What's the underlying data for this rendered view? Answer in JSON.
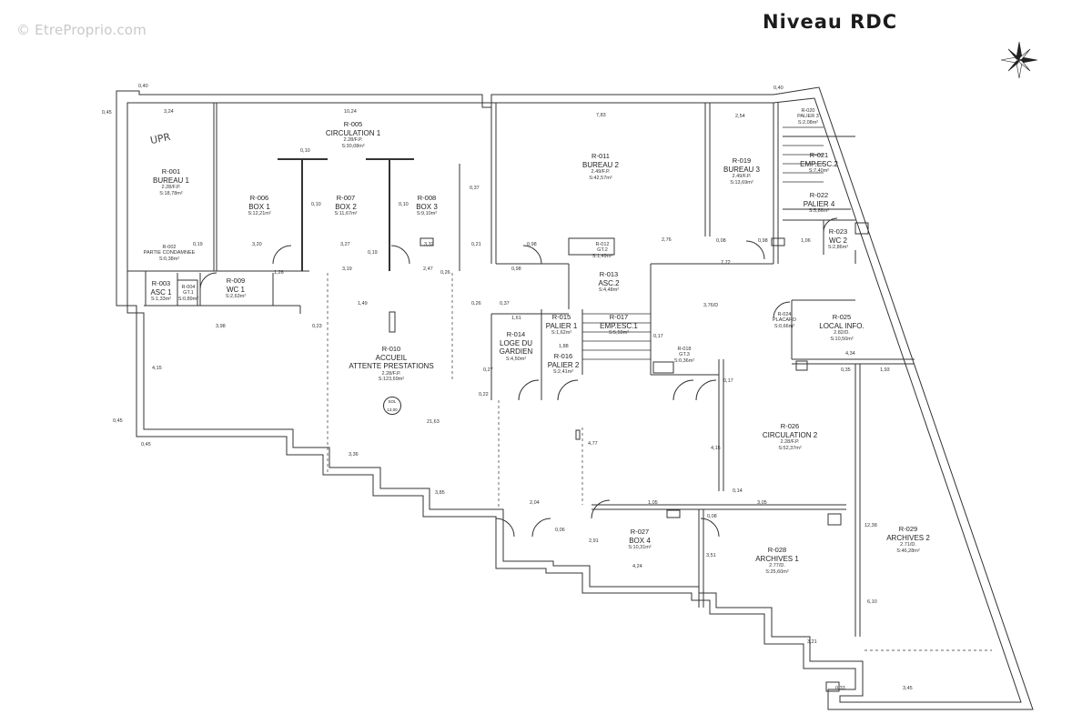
{
  "watermark": "© EtreProprio.com",
  "title": "Niveau RDC",
  "handwritten_note": "UPR",
  "sol_badge": {
    "label": "SOL",
    "value": "13,00"
  },
  "rooms": [
    {
      "code": "R-001",
      "name": "BUREAU 1",
      "hsp": "2.28/F.P.",
      "area": "S:18,78m²"
    },
    {
      "code": "R-002",
      "name": "PARTIE CONDAMNEE",
      "hsp": "",
      "area": "S:0,38m²"
    },
    {
      "code": "R-003",
      "name": "ASC 1",
      "hsp": "",
      "area": "S:1,33m²"
    },
    {
      "code": "R-004",
      "name": "GT.1",
      "hsp": "",
      "area": "S:0,89m²"
    },
    {
      "code": "R-005",
      "name": "CIRCULATION 1",
      "hsp": "2.28/F.P.",
      "area": "S:30,08m²"
    },
    {
      "code": "R-006",
      "name": "BOX 1",
      "hsp": "",
      "area": "S:12,21m²"
    },
    {
      "code": "R-007",
      "name": "BOX 2",
      "hsp": "",
      "area": "S:11,67m²"
    },
    {
      "code": "R-008",
      "name": "BOX 3",
      "hsp": "",
      "area": "S:9,10m²"
    },
    {
      "code": "R-009",
      "name": "WC 1",
      "hsp": "",
      "area": "S:2,63m²"
    },
    {
      "code": "R-010",
      "name": "ACCUEIL",
      "name2": "ATTENTE PRESTATIONS",
      "hsp": "2.28/F.P.",
      "area": "S:123,69m²"
    },
    {
      "code": "R-011",
      "name": "BUREAU 2",
      "hsp": "2.49/F.P.",
      "area": "S:42,57m²"
    },
    {
      "code": "R-012",
      "name": "GT.2",
      "hsp": "",
      "area": "S:1,49m²"
    },
    {
      "code": "R-013",
      "name": "ASC.2",
      "hsp": "",
      "area": "S:4,48m²"
    },
    {
      "code": "R-014",
      "name": "LOGE DU",
      "name2": "GARDIEN",
      "hsp": "",
      "area": "S:4,50m²"
    },
    {
      "code": "R-015",
      "name": "PALIER 1",
      "hsp": "",
      "area": "S:1,62m²"
    },
    {
      "code": "R-016",
      "name": "PALIER 2",
      "hsp": "",
      "area": "S:2,41m²"
    },
    {
      "code": "R-017",
      "name": "EMP.ESC.1",
      "hsp": "",
      "area": "S:5,59m²"
    },
    {
      "code": "R-018",
      "name": "GT.3",
      "hsp": "",
      "area": "S:0,36m²"
    },
    {
      "code": "R-019",
      "name": "BUREAU 3",
      "hsp": "2.49/F.P.",
      "area": "S:13,69m²"
    },
    {
      "code": "R-020",
      "name": "PALIER 3",
      "hsp": "",
      "area": "S:2,08m²"
    },
    {
      "code": "R-021",
      "name": "EMP.ESC.2",
      "hsp": "",
      "area": "S:7,40m²"
    },
    {
      "code": "R-022",
      "name": "PALIER 4",
      "hsp": "",
      "area": "S:5,86m²"
    },
    {
      "code": "R-023",
      "name": "WC 2",
      "hsp": "",
      "area": "S:2,86m²"
    },
    {
      "code": "R-024",
      "name": "PLACARD",
      "hsp": "",
      "area": "S:0,66m²"
    },
    {
      "code": "R-025",
      "name": "LOCAL INFO.",
      "hsp": "2.82/D.",
      "area": "S:10,50m²"
    },
    {
      "code": "R-026",
      "name": "CIRCULATION 2",
      "hsp": "2.28/F.P.",
      "area": "S:52,37m²"
    },
    {
      "code": "R-027",
      "name": "BOX 4",
      "hsp": "",
      "area": "S:10,31m²"
    },
    {
      "code": "R-028",
      "name": "ARCHIVES 1",
      "hsp": "2.77/D.",
      "area": "S:25,60m²"
    },
    {
      "code": "R-029",
      "name": "ARCHIVES 2",
      "hsp": "2.71/D.",
      "area": "S:46,28m²"
    }
  ],
  "dimensions": [
    "0,40",
    "0,45",
    "3,24",
    "10,24",
    "7,83",
    "2,54",
    "0,40",
    "0,37",
    "0,10",
    "0,10",
    "0,10",
    "0,19",
    "3,20",
    "3,27",
    "3,32",
    "0,21",
    "0,98",
    "2,76",
    "0,08",
    "0,98",
    "1,06",
    "0,19",
    "3,19",
    "2,47",
    "0,26",
    "1,26",
    "0,98",
    "7,72",
    "1,49",
    "0,23",
    "0,26",
    "1,61",
    "0,37",
    "3,76/D",
    "3,98",
    "0,22",
    "21,63",
    "0,45",
    "0,45",
    "4,15",
    "3,36",
    "3,85",
    "2,04",
    "1,05",
    "3,05",
    "0,08",
    "0,35",
    "1,93",
    "4,24",
    "0,06",
    "4,34",
    "3,21",
    "0,33",
    "3,45",
    "12,38",
    "6,10",
    "4,77",
    "4,15",
    "3,51",
    "2,91",
    "0,17",
    "0,17",
    "0,27",
    "0,14",
    "1,88"
  ]
}
